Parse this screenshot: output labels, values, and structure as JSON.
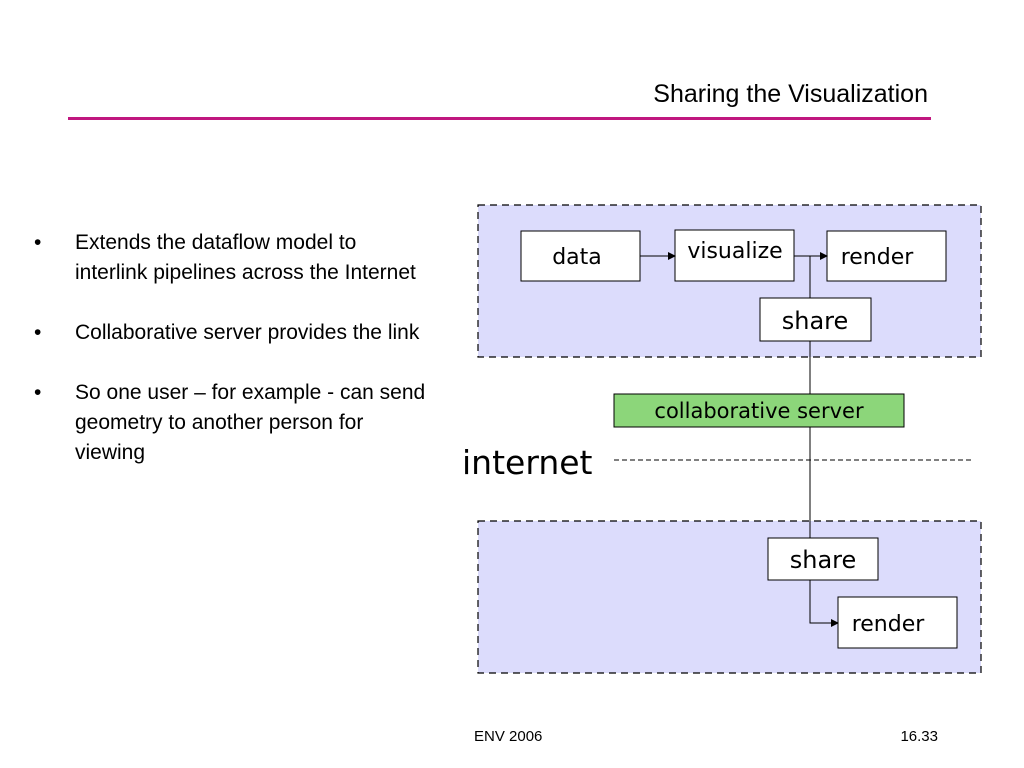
{
  "slide": {
    "title": "Sharing the Visualization",
    "accent_color": "#c0177f",
    "bullets": [
      {
        "marker": "•",
        "text": "Extends the dataflow model to interlink pipelines across the Internet"
      },
      {
        "marker": "•",
        "text": "Collaborative server provides the link"
      },
      {
        "marker": "•",
        "text": "So one user – for example - can send geometry to another person for viewing"
      }
    ],
    "footer": {
      "left": "ENV 2006",
      "right": "16.33"
    }
  },
  "diagram": {
    "colors": {
      "group_fill": "#dcdcfc",
      "server_fill": "#8cd67a",
      "box_fill": "#ffffff",
      "stroke": "#000000"
    },
    "top_group": {
      "data": "data",
      "visualize": "visualize",
      "render": "render",
      "share": "share"
    },
    "server": "collaborative server",
    "internet": "internet",
    "bottom_group": {
      "share": "share",
      "render": "render"
    }
  }
}
